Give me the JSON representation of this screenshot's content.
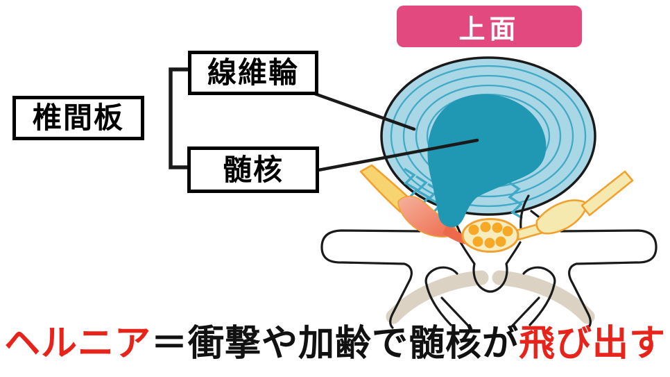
{
  "colors": {
    "badge-pink": "#e2497e",
    "disc-blue": "#a9d7e6",
    "ring-teal": "#3fa9c6",
    "nucleus-teal": "#2097b3",
    "nerve-yellow": "#f8d470",
    "nerve-pale": "#f6e9b0",
    "nerve-outline": "#f1a12f",
    "compressed-salmon": "#f5b09a",
    "compressed-red": "#ec6a4c",
    "cord-fill": "#f7ecbc",
    "dot-orange": "#f6a827",
    "bone-beige": "#dcd2c4",
    "outline-black": "#1a1a1a",
    "accent-red": "#e8231a"
  },
  "badge": {
    "label": "上面"
  },
  "labels": {
    "disc_box": "椎間板",
    "annulus_box": "線維輪",
    "nucleus_box": "髄核"
  },
  "caption": {
    "lead": "ヘルニア",
    "middle": "＝衝撃や加齢で髄核が",
    "tail": "飛び出す"
  },
  "figure_parts": [
    "top-view-badge",
    "disc-outline",
    "annulus-rings",
    "annulus-tear-zigzags",
    "nucleus-pulposus-herniation",
    "compressed-nerve-root",
    "healthy-nerve-root",
    "spinal-cord-section",
    "vertebra-bone"
  ]
}
